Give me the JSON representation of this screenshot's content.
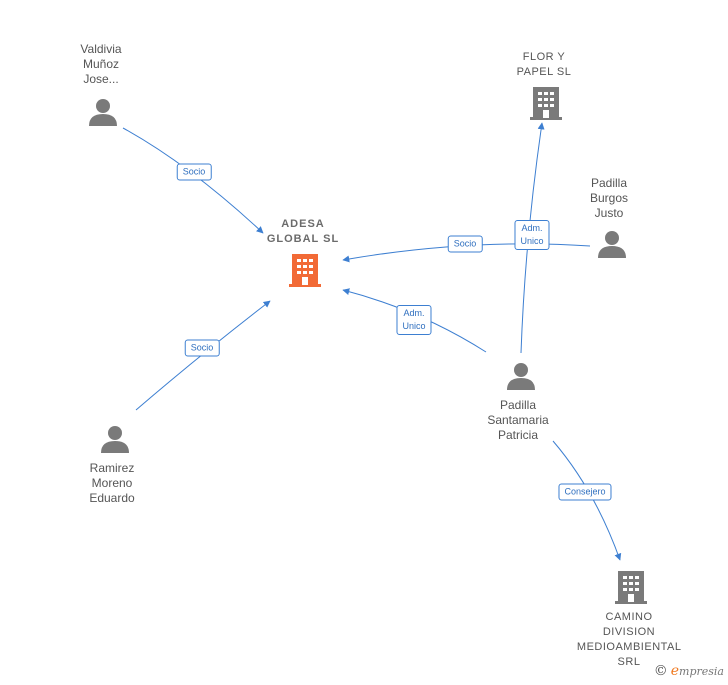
{
  "nodes": {
    "adesa": {
      "label": "ADESA\nGLOBAL  SL"
    },
    "valdivia": {
      "label": "Valdivia\nMuñoz\nJose..."
    },
    "flor": {
      "label": "FLOR Y\nPAPEL SL"
    },
    "padilla_burgos": {
      "label": "Padilla\nBurgos\nJusto"
    },
    "padilla_santamaria": {
      "label": "Padilla\nSantamaria\nPatricia"
    },
    "ramirez": {
      "label": "Ramirez\nMoreno\nEduardo"
    },
    "camino": {
      "label": "CAMINO\nDIVISION\nMEDIOAMBIENTAL SRL"
    }
  },
  "edges": [
    {
      "from": "valdivia",
      "to": "adesa",
      "label": "Socio"
    },
    {
      "from": "padilla_burgos",
      "to": "adesa",
      "label": "Socio"
    },
    {
      "from": "padilla_santamaria",
      "to": "flor",
      "label": "Adm.\nUnico"
    },
    {
      "from": "padilla_santamaria",
      "to": "adesa",
      "label": "Adm.\nUnico"
    },
    {
      "from": "ramirez",
      "to": "adesa",
      "label": "Socio"
    },
    {
      "from": "padilla_santamaria",
      "to": "camino",
      "label": "Consejero"
    }
  ],
  "colors": {
    "edge": "#3d7fd1",
    "main_company": "#f26a36",
    "company": "#7a7a7a",
    "person": "#7a7a7a"
  },
  "brand": {
    "copyright": "©",
    "initial": "e",
    "rest": "mpresia"
  }
}
